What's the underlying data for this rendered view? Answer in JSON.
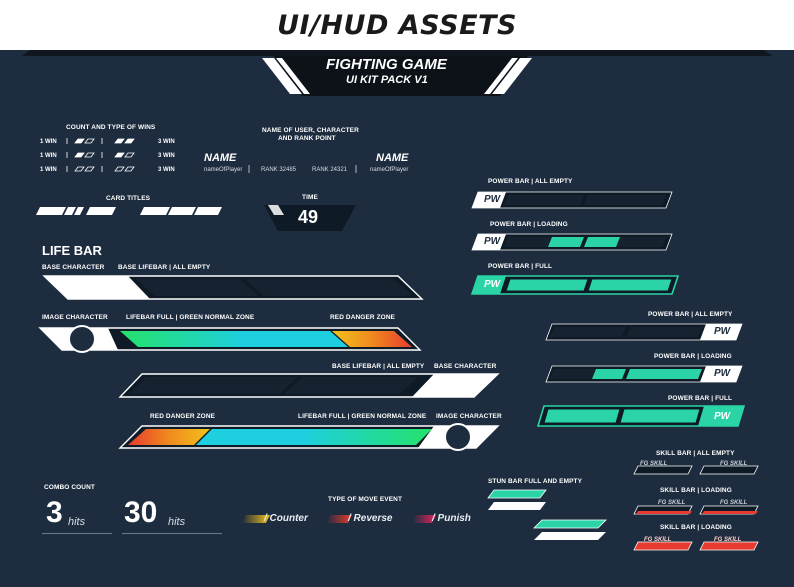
{
  "page": {
    "title": "UI/HUD ASSETS"
  },
  "banner": {
    "line1": "FIGHTING GAME",
    "line2": "UI KIT PACK V1"
  },
  "wins": {
    "title": "COUNT AND TYPE OF WINS",
    "left_label": "1 WIN",
    "right_label": "3 WIN",
    "rows": 3
  },
  "card_titles": {
    "label": "CARD TITLES"
  },
  "player_info": {
    "title_line1": "NAME OF USER, CHARACTER",
    "title_line2": "AND RANK POINT",
    "p1": {
      "name": "NAME",
      "handle": "nameOfPlayer",
      "rank": "RANK 32485"
    },
    "p2": {
      "name": "NAME",
      "handle": "nameOfPlayer",
      "rank": "RANK 24321"
    }
  },
  "time": {
    "label": "TIME",
    "value": "49"
  },
  "life_bar": {
    "title": "LIFE BAR",
    "base_character": "BASE CHARACTER",
    "base_all_empty": "BASE LIFEBAR  |  ALL EMPTY",
    "image_character": "IMAGE CHARACTER",
    "full_green": "LIFEBAR FULL  |  GREEN NORMAL ZONE",
    "red_danger": "RED DANGER ZONE",
    "base_all_empty_r": "BASE LIFEBAR  |  ALL EMPTY",
    "base_character_r": "BASE CHARACTER",
    "red_danger_r": "RED DANGER ZONE",
    "full_green_r": "LIFEBAR FULL  |  GREEN NORMAL ZONE",
    "image_character_r": "IMAGE CHARACTER"
  },
  "power_bars_left": [
    {
      "label": "POWER BAR | ALL EMPTY",
      "badge": "PW",
      "fill": 0.0
    },
    {
      "label": "POWER BAR | LOADING",
      "badge": "PW",
      "fill": 0.4
    },
    {
      "label": "POWER BAR | FULL",
      "badge": "PW",
      "fill": 1.0
    }
  ],
  "power_bars_right": [
    {
      "label": "POWER BAR | ALL EMPTY",
      "badge": "PW",
      "fill": 0.0
    },
    {
      "label": "POWER BAR | LOADING",
      "badge": "PW",
      "fill": 0.55
    },
    {
      "label": "POWER BAR | FULL",
      "badge": "PW",
      "fill": 1.0
    }
  ],
  "combo": {
    "title": "COMBO COUNT",
    "a_value": "3",
    "b_value": "30",
    "suffix": "hits"
  },
  "move_event": {
    "title": "TYPE OF MOVE EVENT",
    "counter": "/ Counter",
    "reverse": "/ Reverse",
    "punish": "/ Punish"
  },
  "stun": {
    "title": "STUN BAR FULL AND EMPTY"
  },
  "skill": {
    "all_empty": "SKILL BAR | ALL EMPTY",
    "loading1": "SKILL BAR | LOADING",
    "loading2": "SKILL BAR | LOADING",
    "tag": "FG SKILL"
  },
  "colors": {
    "bg": "#1d2c3e",
    "dark": "#0f1a27",
    "green": "#2ad4a6",
    "cyan": "#1ecfe0",
    "red": "#e63b2e",
    "yellow": "#f2c21a"
  }
}
